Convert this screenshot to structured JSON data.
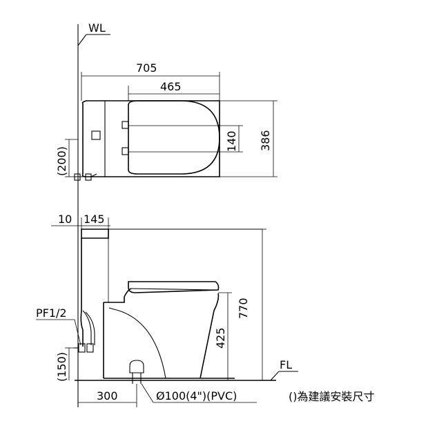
{
  "labels": {
    "wall_line": "WL",
    "floor_line": "FL",
    "water_inlet": "PF1/2",
    "drain_spec": "Ø100(4\")(PVC)",
    "install_note": "()為建議安裝尺寸"
  },
  "dimensions": {
    "overall_length": "705",
    "seat_length": "465",
    "overall_width": "386",
    "seat_hinge_width": "140",
    "supply_offset_plan": "(200)",
    "tank_offset": "10",
    "tank_depth": "145",
    "overall_height": "770",
    "seat_height": "425",
    "supply_height": "(150)",
    "rough_in": "300"
  }
}
